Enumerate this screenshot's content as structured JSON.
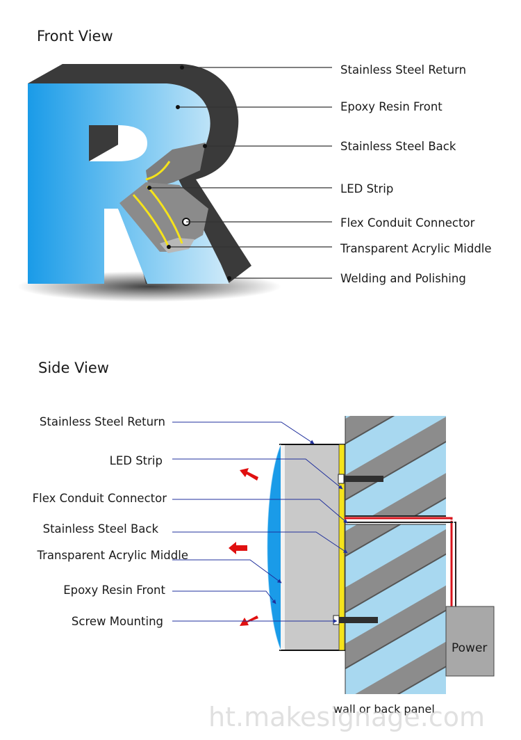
{
  "front_view": {
    "title": "Front View",
    "labels": [
      "Stainless Steel Return",
      "Epoxy Resin Front",
      "Stainless Steel Back",
      "LED Strip",
      "Flex Conduit Connector",
      "Transparent Acrylic Middle",
      "Welding and Polishing"
    ],
    "letter": "R"
  },
  "side_view": {
    "title": "Side View",
    "labels": [
      "Stainless Steel Return",
      "LED Strip",
      "Flex Conduit Connector",
      "Stainless Steel Back",
      "Transparent Acrylic Middle",
      "Epoxy Resin Front",
      "Screw Mounting"
    ],
    "power_label": "Power",
    "wall_label": "wall or back panel"
  },
  "watermark": "ht.makesignage.com",
  "colors": {
    "resin_blue": "#1a9be8",
    "steel_dark": "#3a3a3a",
    "steel_light": "#c9c9c9",
    "led_yellow": "#f5e31b",
    "wall_blue": "#a8d8f0",
    "wire_red": "#d8141c",
    "arrow_red": "#e01010",
    "pointer_blue": "#1f2f9c"
  }
}
